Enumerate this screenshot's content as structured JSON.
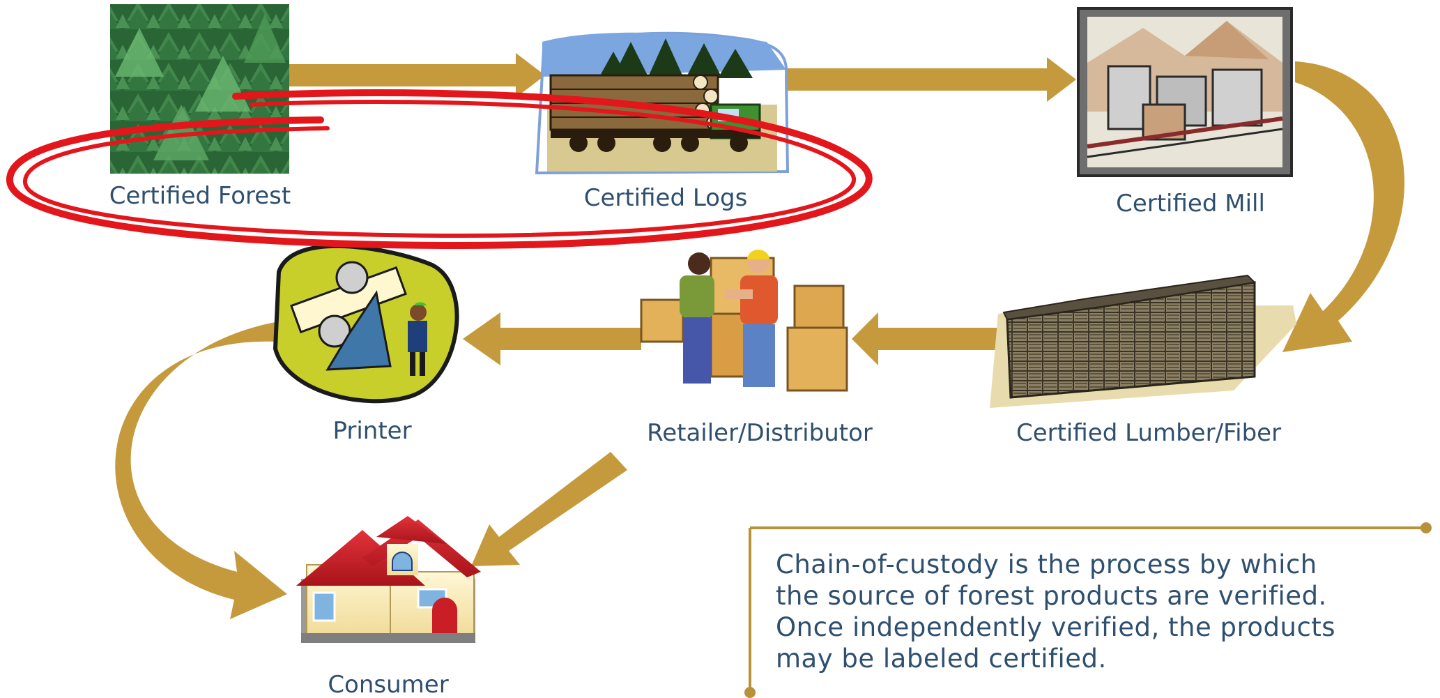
{
  "nodes": {
    "certified_forest": "Certified Forest",
    "certified_logs": "Certified Logs",
    "certified_mill": "Certified Mill",
    "certified_lumber_fiber": "Certified Lumber/Fiber",
    "retailer_distributor": "Retailer/Distributor",
    "printer": "Printer",
    "consumer": "Consumer"
  },
  "description": {
    "lines": [
      "Chain-of-custody is the process by which",
      "the source of forest products are verified.",
      "Once independently verified, the products",
      "may be labeled certified."
    ]
  },
  "colors": {
    "arrow": "#c49a3c",
    "label_text": "#2f4f6f",
    "highlight_ellipse": "#e3161b",
    "callout_line": "#b8923a"
  },
  "icons": {
    "certified_forest": "forest-photo",
    "certified_logs": "logging-truck-icon",
    "certified_mill": "mill-factory-icon",
    "certified_lumber_fiber": "lumber-stack-icon",
    "retailer_distributor": "workers-with-boxes-icon",
    "printer": "printing-press-icon",
    "consumer": "house-icon"
  }
}
